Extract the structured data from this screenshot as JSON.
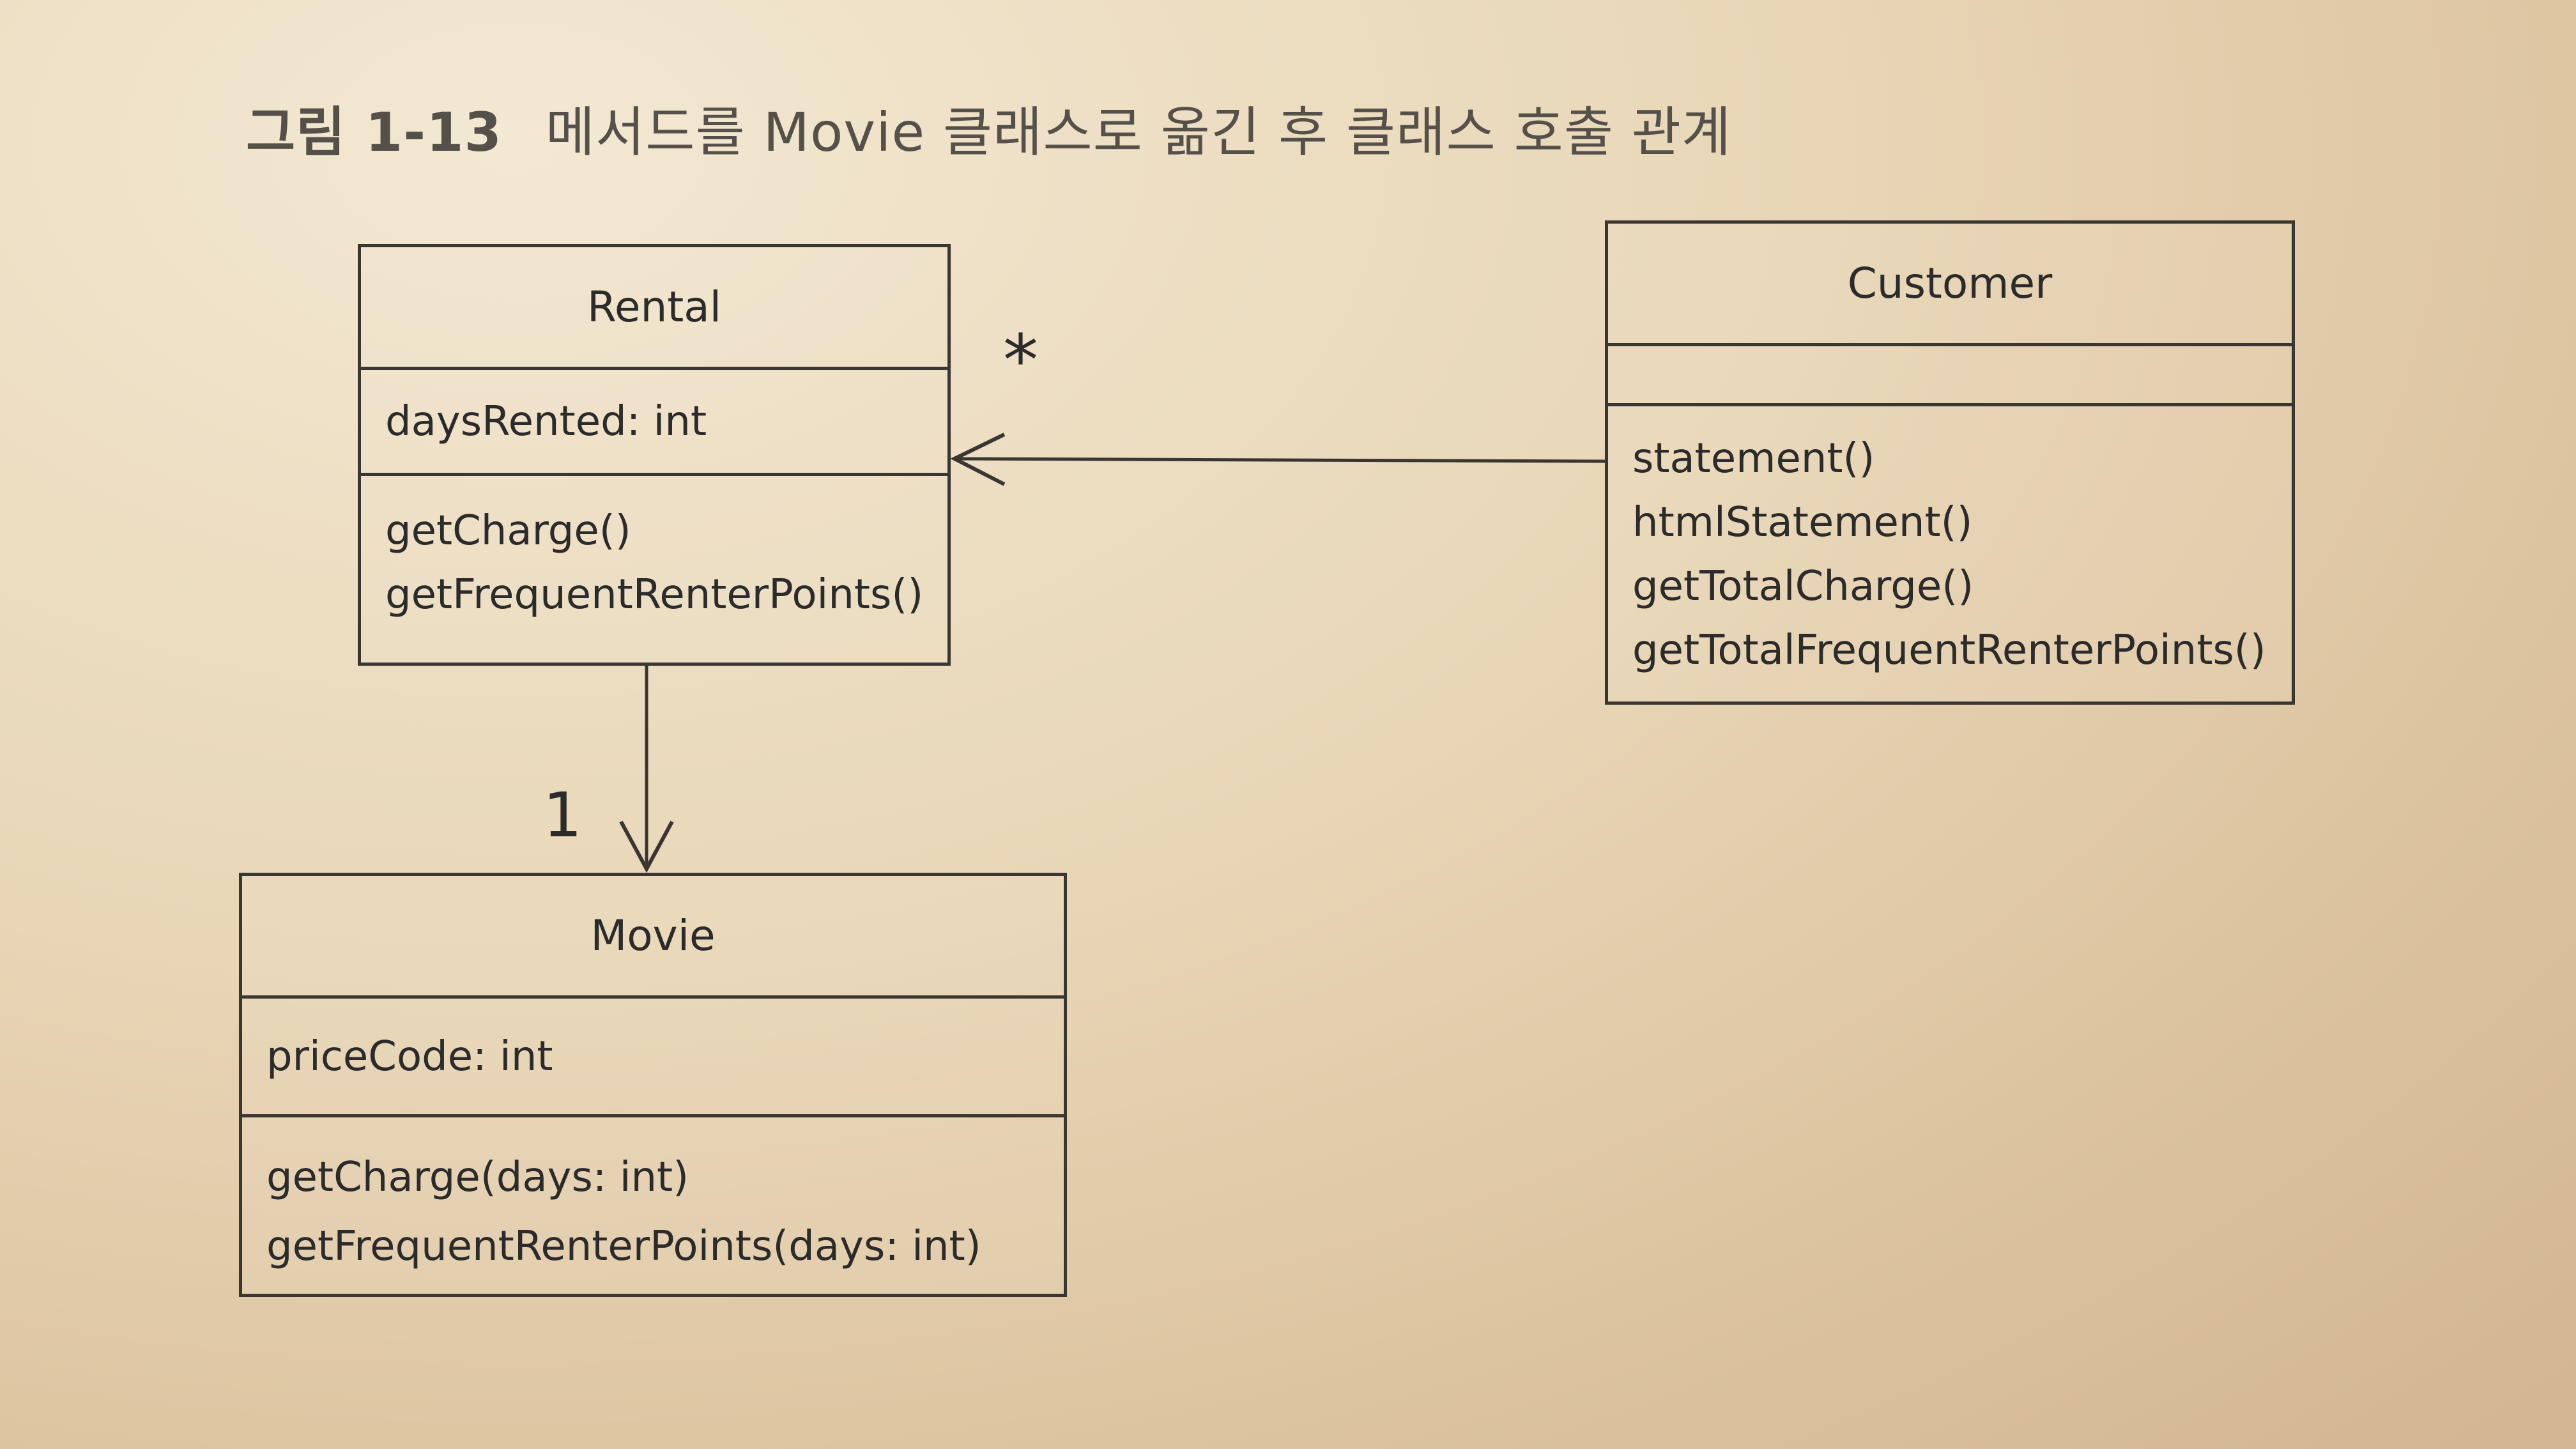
{
  "caption": {
    "figure_number": "그림 1-13",
    "title": "메서드를 Movie 클래스로 옮긴 후 클래스 호출 관계"
  },
  "classes": {
    "rental": {
      "name": "Rental",
      "attributes": [
        "daysRented: int"
      ],
      "methods": [
        "getCharge()",
        "getFrequentRenterPoints()"
      ]
    },
    "customer": {
      "name": "Customer",
      "attributes": [],
      "methods": [
        "statement()",
        "htmlStatement()",
        "getTotalCharge()",
        "getTotalFrequentRenterPoints()"
      ]
    },
    "movie": {
      "name": "Movie",
      "attributes": [
        "priceCode: int"
      ],
      "methods": [
        "getCharge(days: int)",
        "getFrequentRenterPoints(days: int)"
      ]
    }
  },
  "associations": [
    {
      "from": "Customer",
      "to": "Rental",
      "multiplicity": "*"
    },
    {
      "from": "Rental",
      "to": "Movie",
      "multiplicity": "1"
    }
  ],
  "colors": {
    "paper": "#e8d6b6",
    "ink": "#2b2b2b",
    "caption": "#555049"
  }
}
